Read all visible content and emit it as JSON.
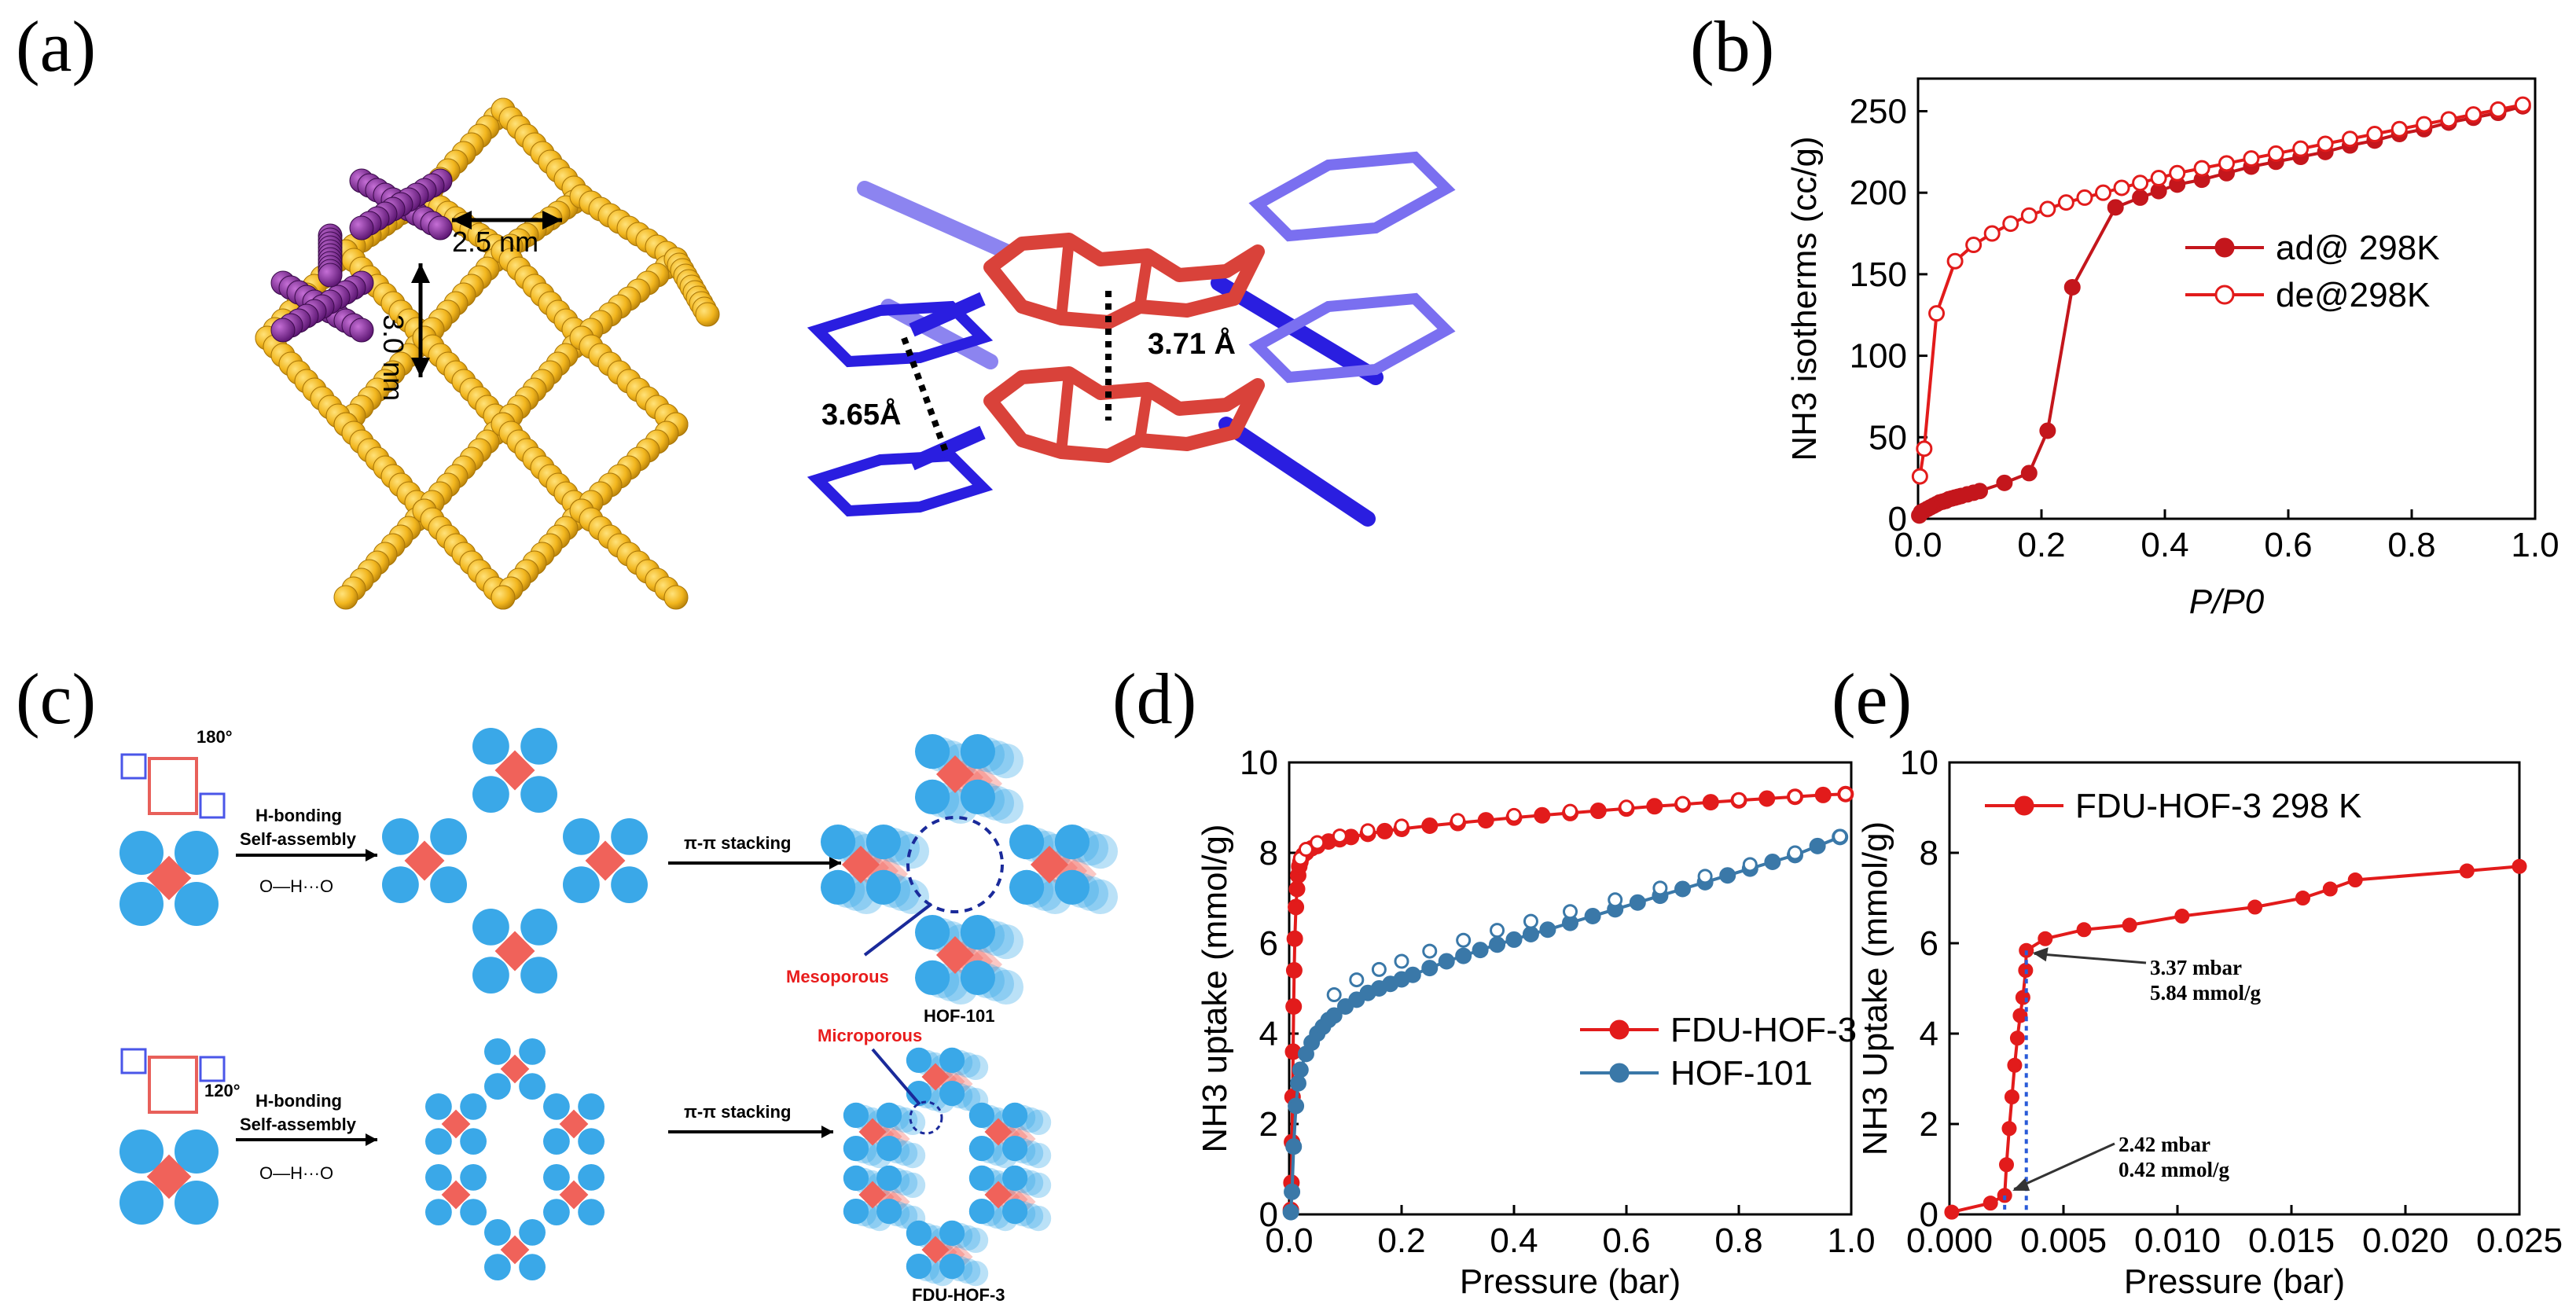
{
  "panels": {
    "a": "(a)",
    "b": "(b)",
    "c": "(c)",
    "d": "(d)",
    "e": "(e)"
  },
  "structure_a": {
    "pore_w": "2.5 nm",
    "pore_h": "3.0 nm",
    "stack_1": "3.65Å",
    "stack_2": "3.71 Å"
  },
  "schematic_c": {
    "angle_top": "180°",
    "angle_bottom": "120°",
    "hbond": "H-bonding",
    "self_assembly": "Self-assembly",
    "pi_stacking": "π-π stacking",
    "mesoporous": "Mesoporous",
    "microporous": "Microporous",
    "hof101": "HOF-101",
    "fduhof3": "FDU-HOF-3"
  },
  "colors": {
    "red": "#e21b1b",
    "darkred": "#c4161c",
    "steel": "#3a78a8",
    "gold": "#f2b61e",
    "purple": "#7a2a8c",
    "blue": "#2a1ee0",
    "cyan": "#3aa8e8",
    "square": "#f0625a"
  },
  "chart_data": [
    {
      "id": "b",
      "type": "line",
      "xlabel": "P/P0",
      "ylabel": "NH3 isotherms (cc/g)",
      "xlim": [
        0,
        1.0
      ],
      "ylim": [
        0,
        270
      ],
      "xticks": [
        "0.0",
        "0.2",
        "0.4",
        "0.6",
        "0.8",
        "1.0"
      ],
      "yticks": [
        "0",
        "50",
        "100",
        "150",
        "200",
        "250"
      ],
      "legend": "right",
      "series": [
        {
          "name": "ad@ 298K",
          "marker": "filled",
          "x": [
            0.002,
            0.005,
            0.01,
            0.015,
            0.02,
            0.025,
            0.03,
            0.035,
            0.04,
            0.045,
            0.05,
            0.055,
            0.06,
            0.065,
            0.07,
            0.08,
            0.09,
            0.1,
            0.14,
            0.18,
            0.21,
            0.25,
            0.32,
            0.36,
            0.39,
            0.42,
            0.46,
            0.5,
            0.54,
            0.58,
            0.62,
            0.66,
            0.7,
            0.74,
            0.78,
            0.82,
            0.86,
            0.9,
            0.94,
            0.98
          ],
          "y": [
            2,
            4,
            5,
            6,
            7,
            8,
            9,
            10,
            10.5,
            11,
            12,
            12.5,
            13,
            13.5,
            14,
            15,
            16,
            17,
            22,
            28,
            54,
            142,
            191,
            197,
            201,
            205,
            208,
            212,
            216,
            219,
            222,
            225,
            229,
            232,
            236,
            239,
            243,
            246,
            249,
            253
          ]
        },
        {
          "name": "de@298K",
          "marker": "open",
          "x": [
            0.003,
            0.01,
            0.03,
            0.06,
            0.09,
            0.12,
            0.15,
            0.18,
            0.21,
            0.24,
            0.27,
            0.3,
            0.33,
            0.36,
            0.39,
            0.42,
            0.46,
            0.5,
            0.54,
            0.58,
            0.62,
            0.66,
            0.7,
            0.74,
            0.78,
            0.82,
            0.86,
            0.9,
            0.94,
            0.98
          ],
          "y": [
            26,
            43,
            126,
            158,
            168,
            175,
            181,
            186,
            190,
            194,
            197,
            200,
            203,
            206,
            209,
            212,
            215,
            218,
            221,
            224,
            227,
            230,
            233,
            236,
            239,
            242,
            245,
            248,
            251,
            254
          ]
        }
      ]
    },
    {
      "id": "d",
      "type": "line",
      "xlabel": "Pressure (bar)",
      "ylabel": "NH3 uptake (mmol/g)",
      "xlim": [
        0,
        1.0
      ],
      "ylim": [
        0,
        10
      ],
      "xticks": [
        "0.0",
        "0.2",
        "0.4",
        "0.6",
        "0.8",
        "1.0"
      ],
      "yticks": [
        "0",
        "2",
        "4",
        "6",
        "8",
        "10"
      ],
      "legend": "right",
      "series": [
        {
          "name": "FDU-HOF-3",
          "x": [
            0.003,
            0.004,
            0.005,
            0.006,
            0.007,
            0.008,
            0.009,
            0.01,
            0.012,
            0.014,
            0.016,
            0.018,
            0.02,
            0.025,
            0.03,
            0.04,
            0.05,
            0.07,
            0.09,
            0.11,
            0.14,
            0.17,
            0.2,
            0.25,
            0.3,
            0.35,
            0.4,
            0.45,
            0.5,
            0.55,
            0.6,
            0.65,
            0.7,
            0.75,
            0.8,
            0.85,
            0.9,
            0.95,
            0.99
          ],
          "y": [
            0.1,
            0.7,
            1.6,
            2.6,
            3.6,
            4.6,
            5.4,
            6.1,
            6.8,
            7.2,
            7.5,
            7.7,
            7.8,
            7.95,
            8.0,
            8.1,
            8.15,
            8.25,
            8.3,
            8.35,
            8.42,
            8.48,
            8.53,
            8.6,
            8.66,
            8.72,
            8.78,
            8.83,
            8.88,
            8.93,
            8.98,
            9.03,
            9.07,
            9.12,
            9.16,
            9.2,
            9.24,
            9.28,
            9.3
          ]
        },
        {
          "name": "HOF-101",
          "x": [
            0.003,
            0.005,
            0.008,
            0.012,
            0.016,
            0.02,
            0.03,
            0.04,
            0.05,
            0.06,
            0.07,
            0.08,
            0.1,
            0.12,
            0.14,
            0.16,
            0.18,
            0.2,
            0.22,
            0.25,
            0.28,
            0.31,
            0.34,
            0.37,
            0.4,
            0.43,
            0.46,
            0.5,
            0.54,
            0.58,
            0.62,
            0.66,
            0.7,
            0.74,
            0.78,
            0.82,
            0.86,
            0.9,
            0.94,
            0.98
          ],
          "y": [
            0.05,
            0.5,
            1.5,
            2.4,
            2.9,
            3.2,
            3.55,
            3.8,
            4.0,
            4.15,
            4.3,
            4.4,
            4.6,
            4.75,
            4.9,
            5.0,
            5.1,
            5.2,
            5.3,
            5.45,
            5.6,
            5.72,
            5.85,
            5.97,
            6.08,
            6.2,
            6.3,
            6.45,
            6.6,
            6.75,
            6.9,
            7.05,
            7.2,
            7.35,
            7.5,
            7.65,
            7.8,
            7.95,
            8.15,
            8.35
          ]
        }
      ]
    },
    {
      "id": "e",
      "type": "line",
      "xlabel": "Pressure (bar)",
      "ylabel": "NH3 Uptake (mmol/g)",
      "xlim": [
        0,
        0.025
      ],
      "ylim": [
        0,
        10
      ],
      "xticks": [
        "0.000",
        "0.005",
        "0.010",
        "0.015",
        "0.020",
        "0.025"
      ],
      "yticks": [
        "0",
        "2",
        "4",
        "6",
        "8",
        "10"
      ],
      "legend": "top-left",
      "series": [
        {
          "name": "FDU-HOF-3 298 K",
          "x": [
            0.0001,
            0.0018,
            0.00242,
            0.0025,
            0.00262,
            0.00274,
            0.00286,
            0.00298,
            0.0031,
            0.00322,
            0.00334,
            0.00337,
            0.0042,
            0.0059,
            0.0079,
            0.0102,
            0.0134,
            0.0155,
            0.0167,
            0.0178,
            0.0227,
            0.025
          ],
          "y": [
            0.05,
            0.25,
            0.42,
            1.1,
            1.9,
            2.6,
            3.3,
            3.9,
            4.4,
            4.8,
            5.4,
            5.84,
            6.1,
            6.3,
            6.4,
            6.6,
            6.8,
            7.0,
            7.2,
            7.4,
            7.6,
            7.7
          ]
        }
      ],
      "annotations": [
        {
          "x": 0.00337,
          "y": 5.84,
          "text1": "3.37 mbar",
          "text2": "5.84 mmol/g"
        },
        {
          "x": 0.00242,
          "y": 0.42,
          "text1": "2.42 mbar",
          "text2": "0.42 mmol/g"
        }
      ]
    }
  ]
}
